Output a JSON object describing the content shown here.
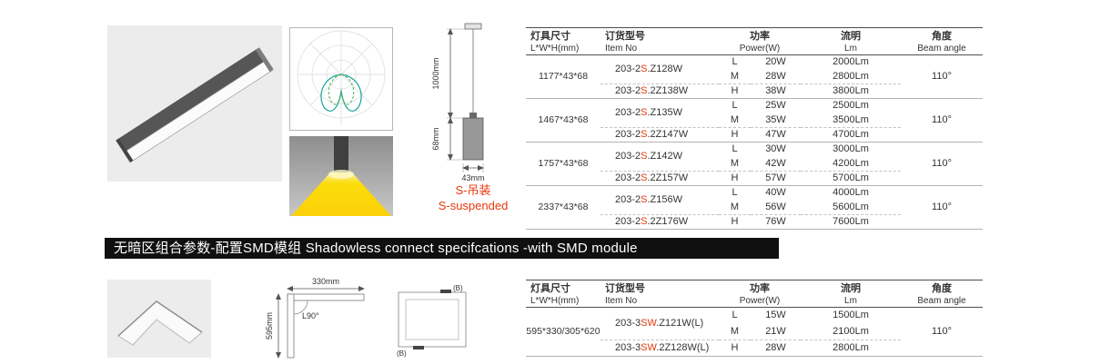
{
  "colors": {
    "accent_red": "#e8380d",
    "banner_bg": "#101010",
    "banner_text": "#ffffff"
  },
  "suspension": {
    "dim_length": "1000mm",
    "dim_height": "68mm",
    "dim_width": "43mm",
    "label_cn": "S-吊装",
    "label_en": "S-suspended"
  },
  "banner": {
    "text": "无暗区组合参数-配置SMD模组 Shadowless connect specifcations -with SMD module"
  },
  "corner_dims": {
    "width": "330mm",
    "height": "595mm",
    "angle": "L90°",
    "tag_top": "(B)",
    "tag_bottom": "(B)"
  },
  "headers": {
    "size_cn": "灯具尺寸",
    "size_en": "L*W*H(mm)",
    "item_cn": "订货型号",
    "item_en": "Item No",
    "power_cn": "功率",
    "power_en": "Power(W)",
    "lumen_cn": "流明",
    "lumen_en": "Lm",
    "angle_cn": "角度",
    "angle_en": "Beam angle"
  },
  "table1": {
    "groups": [
      {
        "size": "1177*43*68",
        "item1": {
          "pre": "203-2",
          "red": "S",
          "post": ".Z128W"
        },
        "item2": {
          "pre": "203-2",
          "red": "S",
          "post": ".2Z138W"
        },
        "rows": [
          {
            "mode": "L",
            "power": "20W",
            "lumen": "2000Lm"
          },
          {
            "mode": "M",
            "power": "28W",
            "lumen": "2800Lm"
          },
          {
            "mode": "H",
            "power": "38W",
            "lumen": "3800Lm"
          }
        ],
        "angle": "110°"
      },
      {
        "size": "1467*43*68",
        "item1": {
          "pre": "203-2",
          "red": "S",
          "post": ".Z135W"
        },
        "item2": {
          "pre": "203-2",
          "red": "S",
          "post": ".2Z147W"
        },
        "rows": [
          {
            "mode": "L",
            "power": "25W",
            "lumen": "2500Lm"
          },
          {
            "mode": "M",
            "power": "35W",
            "lumen": "3500Lm"
          },
          {
            "mode": "H",
            "power": "47W",
            "lumen": "4700Lm"
          }
        ],
        "angle": "110°"
      },
      {
        "size": "1757*43*68",
        "item1": {
          "pre": "203-2",
          "red": "S",
          "post": ".Z142W"
        },
        "item2": {
          "pre": "203-2",
          "red": "S",
          "post": ".2Z157W"
        },
        "rows": [
          {
            "mode": "L",
            "power": "30W",
            "lumen": "3000Lm"
          },
          {
            "mode": "M",
            "power": "42W",
            "lumen": "4200Lm"
          },
          {
            "mode": "H",
            "power": "57W",
            "lumen": "5700Lm"
          }
        ],
        "angle": "110°"
      },
      {
        "size": "2337*43*68",
        "item1": {
          "pre": "203-2",
          "red": "S",
          "post": ".Z156W"
        },
        "item2": {
          "pre": "203-2",
          "red": "S",
          "post": ".2Z176W"
        },
        "rows": [
          {
            "mode": "L",
            "power": "40W",
            "lumen": "4000Lm"
          },
          {
            "mode": "M",
            "power": "56W",
            "lumen": "5600Lm"
          },
          {
            "mode": "H",
            "power": "76W",
            "lumen": "7600Lm"
          }
        ],
        "angle": "110°"
      }
    ]
  },
  "table2": {
    "groups": [
      {
        "size": "595*330/305*620",
        "item1": {
          "pre": "203-3",
          "red": "SW",
          "post": ".Z121W(L)"
        },
        "item2": {
          "pre": "203-3",
          "red": "SW",
          "post": ".2Z128W(L)"
        },
        "rows": [
          {
            "mode": "L",
            "power": "15W",
            "lumen": "1500Lm"
          },
          {
            "mode": "M",
            "power": "21W",
            "lumen": "2100Lm"
          },
          {
            "mode": "H",
            "power": "28W",
            "lumen": "2800Lm"
          }
        ],
        "angle": "110°"
      }
    ]
  }
}
